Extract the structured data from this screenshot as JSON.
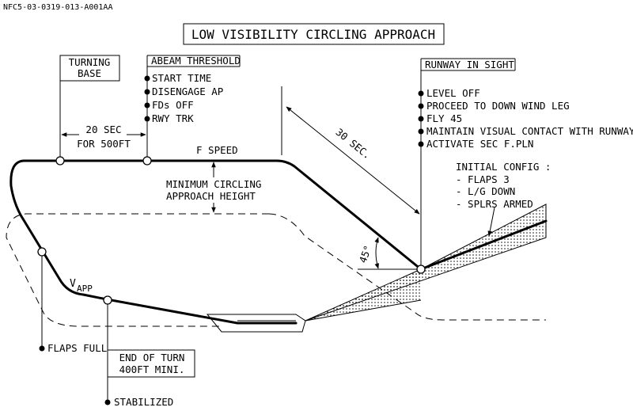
{
  "doc_id": "NFC5-03-0319-013-A001AA",
  "title": "LOW VISIBILITY CIRCLING APPROACH",
  "turning_base": {
    "line1": "TURNING",
    "line2": "BASE"
  },
  "abeam_threshold": {
    "header": "ABEAM THRESHOLD",
    "items": [
      "START TIME",
      "DISENGAGE AP",
      "FDs OFF",
      "RWY TRK"
    ]
  },
  "runway_in_sight": {
    "header": "RUNWAY IN SIGHT",
    "items": [
      "LEVEL OFF",
      "PROCEED TO DOWN WIND LEG",
      "FLY 45",
      "MAINTAIN VISUAL CONTACT WITH RUNWAY",
      "ACTIVATE SEC F.PLN"
    ]
  },
  "timing": {
    "line1": "20 SEC",
    "line2": "FOR 500FT"
  },
  "f_speed": "F SPEED",
  "min_height": {
    "line1": "MINIMUM CIRCLING",
    "line2": "APPROACH HEIGHT"
  },
  "thirty_sec": "30 SEC.",
  "initial_config": {
    "header": "INITIAL CONFIG :",
    "items": [
      "- FLAPS 3",
      "- L/G DOWN",
      "- SPLRS ARMED"
    ]
  },
  "angle": "45°",
  "vapp": {
    "main": "V",
    "sub": "APP"
  },
  "flaps_full": "FLAPS FULL",
  "end_of_turn": {
    "line1": "END OF TURN",
    "line2": "400FT MINI."
  },
  "stabilized": "STABILIZED"
}
